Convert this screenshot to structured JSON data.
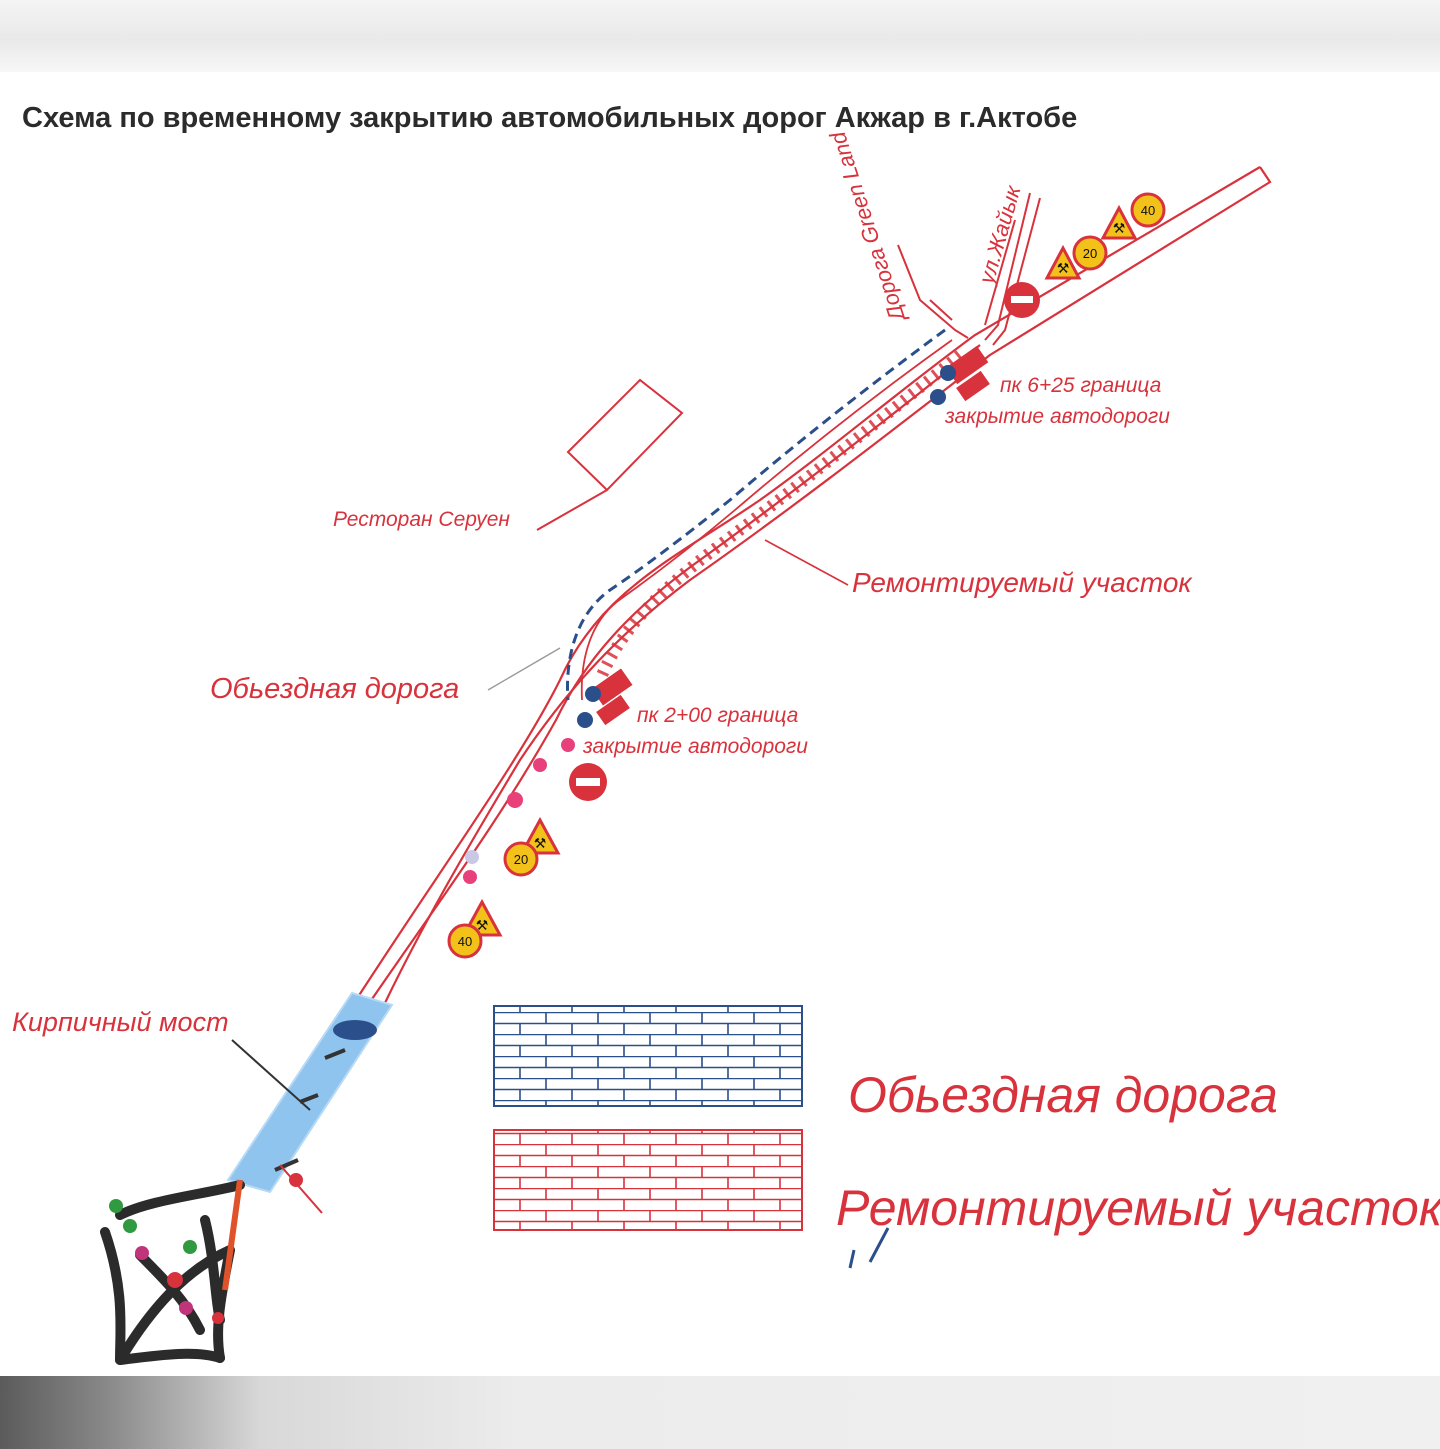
{
  "title": "Схема по временному закрытию автомобильных дорог Акжар в г.Актобе",
  "roads": {
    "green_land": "Дорога Green Land",
    "zhaiyk": "ул.Жайык"
  },
  "labels": {
    "restaurant": "Ресторан Серуен",
    "repair_section": "Ремонтируемый участок",
    "bypass_road": "Обьездная дорога",
    "bridge": "Кирпичный мост",
    "pk1_line1": "пк 6+25 граница",
    "pk1_line2": "закрытие автодороги",
    "pk2_line1": "пк 2+00 граница",
    "pk2_line2": "закрытие автодороги"
  },
  "legend": {
    "bypass": "Обьездная дорога",
    "repair": "Ремонтируемый участок"
  },
  "signs": {
    "speed_20": "20",
    "speed_40": "40"
  },
  "colors": {
    "red": "#d8323c",
    "blue": "#2a4f8a",
    "bridge": "#8fc4ef",
    "sign_yellow": "#f3c21a"
  }
}
